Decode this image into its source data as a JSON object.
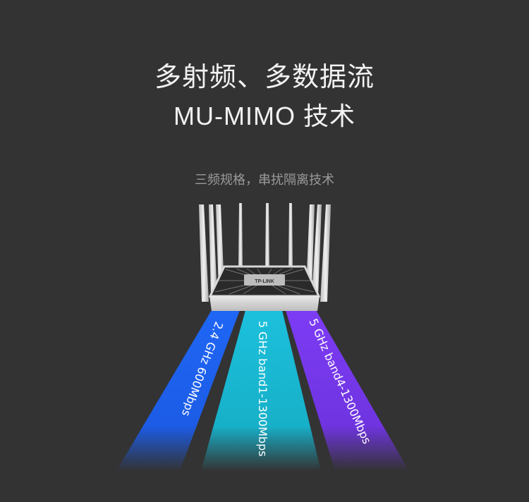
{
  "headline": {
    "line1": "多射频、多数据流",
    "line2": "MU-MIMO 技术"
  },
  "subtitle": "三频规格，串扰隔离技术",
  "router": {
    "brand": "TP-LINK"
  },
  "bands": [
    {
      "label": "2.4 GHz 600Mbps",
      "color": "#1e62f0"
    },
    {
      "label": "5 GHz band1-1300Mbps",
      "color": "#18b8d4"
    },
    {
      "label": "5 GHz band4-1300Mbps",
      "color": "#7a3cf0"
    }
  ],
  "colors": {
    "background": "#333333"
  }
}
